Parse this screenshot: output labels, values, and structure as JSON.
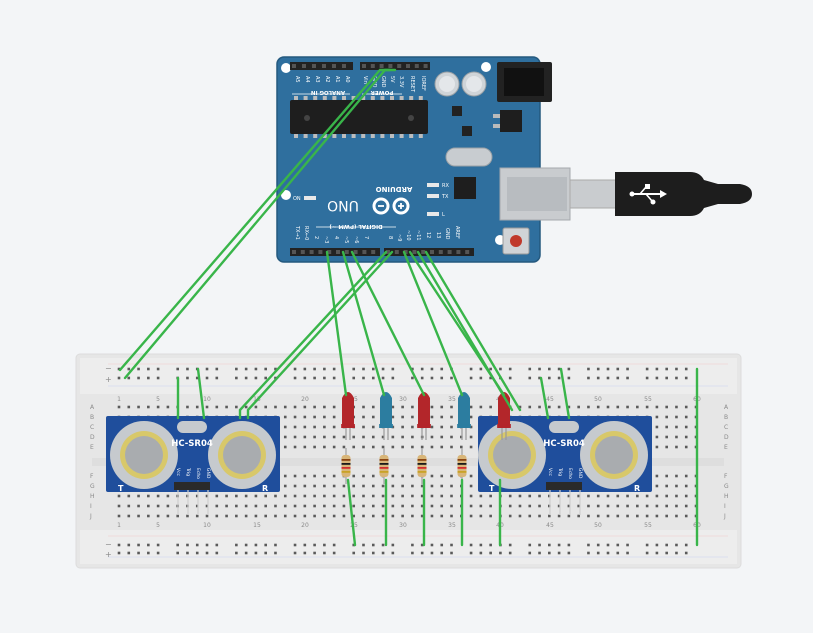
{
  "arduino": {
    "brand": "ARDUINO",
    "model": "UNO",
    "analog_header": "ANALOG IN",
    "power_header": "POWER",
    "digital_header": "DIGITAL (PWM ~)",
    "on_label": "ON",
    "rx_label": "RX",
    "tx_label": "TX",
    "l_label": "L",
    "analog_pins": [
      "A5",
      "A4",
      "A3",
      "A2",
      "A1",
      "A0"
    ],
    "power_pins": [
      "Vin",
      "GND",
      "GND",
      "5V",
      "3.3V",
      "RESET",
      "IOREF"
    ],
    "digital_pins": [
      "TX→1",
      "RX←0",
      "2",
      "~3",
      "4",
      "~5",
      "~6",
      "7",
      "8",
      "~9",
      "~10",
      "~11",
      "12",
      "13",
      "GND",
      "AREF"
    ],
    "colors": {
      "board": "#2f6f9e",
      "board_edge": "#24597f",
      "header": "#222222",
      "usb_cable": "#1d1d1d"
    }
  },
  "breadboard": {
    "top_row_numbers": [
      "1",
      "5",
      "10",
      "15",
      "20",
      "25",
      "30",
      "35",
      "40",
      "45",
      "50",
      "55",
      "60"
    ],
    "bottom_row_numbers": [
      "1",
      "5",
      "10",
      "15",
      "20",
      "25",
      "30",
      "35",
      "40",
      "45",
      "50",
      "55",
      "60"
    ],
    "row_letters_left": [
      "A",
      "B",
      "C",
      "D",
      "E",
      "F",
      "G",
      "H",
      "I",
      "J"
    ],
    "row_letters_right": [
      "A",
      "B",
      "C",
      "D",
      "E",
      "F",
      "G",
      "H",
      "I",
      "J"
    ],
    "rail_minus": "−",
    "rail_plus": "+"
  },
  "sensors": [
    {
      "label": "HC-SR04",
      "left_mark": "T",
      "right_mark": "R",
      "pins": [
        "Vcc",
        "Trig",
        "Echo",
        "GND"
      ]
    },
    {
      "label": "HC-SR04",
      "left_mark": "T",
      "right_mark": "R",
      "pins": [
        "Vcc",
        "Trig",
        "Echo",
        "GND"
      ]
    }
  ],
  "leds": [
    {
      "color_name": "red",
      "color": "#b3262a"
    },
    {
      "color_name": "blue",
      "color": "#2c7da0"
    },
    {
      "color_name": "red",
      "color": "#b3262a"
    },
    {
      "color_name": "blue",
      "color": "#2c7da0"
    },
    {
      "color_name": "red",
      "color": "#b3262a"
    }
  ],
  "colors": {
    "wire": "#39b54a",
    "pcb": "#1f4e9c",
    "background": "#f3f5f7",
    "breadboard": "#e8e8e8"
  }
}
